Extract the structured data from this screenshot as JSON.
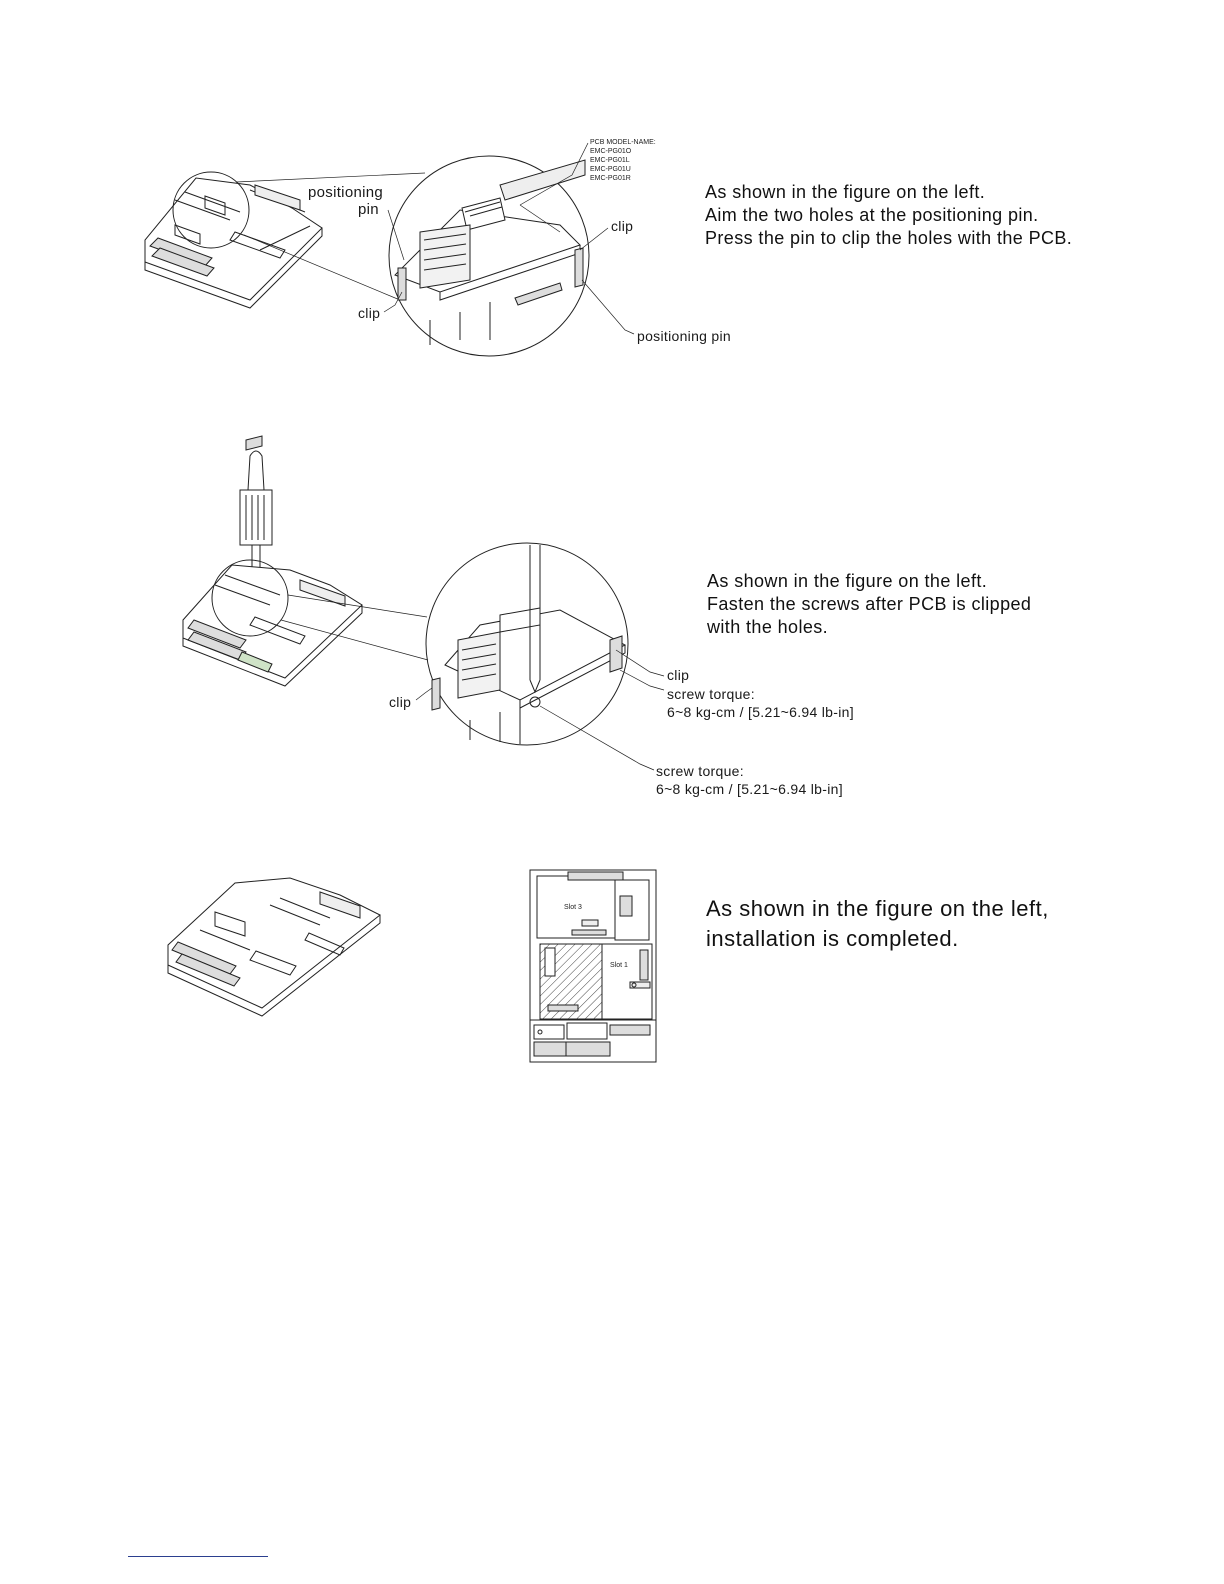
{
  "step1": {
    "labels": {
      "positioning_pin_left_line1": "positioning",
      "positioning_pin_left_line2": "pin",
      "clip_right": "clip",
      "clip_left": "clip",
      "positioning_pin_bottom": "positioning pin"
    },
    "pcb_model_name": {
      "heading": "PCB MODEL-NAME:",
      "models": [
        "EMC-PG01O",
        "EMC-PG01L",
        "EMC-PG01U",
        "EMC-PG01R"
      ]
    },
    "description": [
      "As shown in the figure on the left.",
      "Aim the two holes at the positioning pin.",
      "Press the pin to clip the holes with the PCB."
    ]
  },
  "step2": {
    "labels": {
      "clip_right": "clip",
      "clip_left": "clip",
      "torque_upper_line1": "screw torque:",
      "torque_upper_line2": "6~8 kg-cm / [5.21~6.94 lb-in]",
      "torque_lower_line1": "screw torque:",
      "torque_lower_line2": "6~8 kg-cm / [5.21~6.94 lb-in]"
    },
    "description": [
      "As shown in the figure on the left.",
      "Fasten the screws after PCB is clipped",
      "with the holes."
    ]
  },
  "step3": {
    "slot_labels": {
      "slot3": "Slot 3",
      "slot1": "Slot 1"
    },
    "description": [
      "As shown in the figure on the left,",
      "installation is completed."
    ]
  }
}
